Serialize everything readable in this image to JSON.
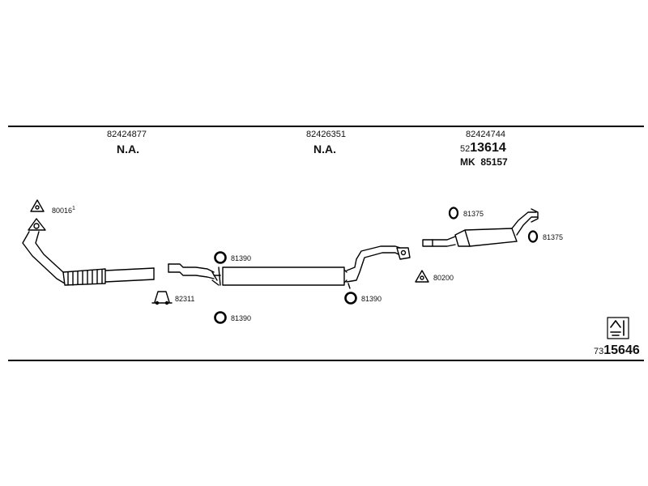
{
  "columns": [
    {
      "part_no": "82424877",
      "status": "N.A."
    },
    {
      "part_no": "82426351",
      "status": "N.A."
    },
    {
      "part_no": "82424744",
      "code_prefix": "52",
      "code_main": "13614",
      "mk_label": "MK",
      "mk_value": "85157"
    }
  ],
  "refs": {
    "gasket_front": "80016",
    "gasket_front_sup": "1",
    "clamp": "82311",
    "ring_upper": "81390",
    "ring_lower": "81390",
    "ring_mid": "81390",
    "gasket_rear": "80200",
    "hanger_rear_left": "81375",
    "hanger_rear_right": "81375"
  },
  "footer": {
    "code_prefix": "73",
    "code_main": "15646"
  }
}
